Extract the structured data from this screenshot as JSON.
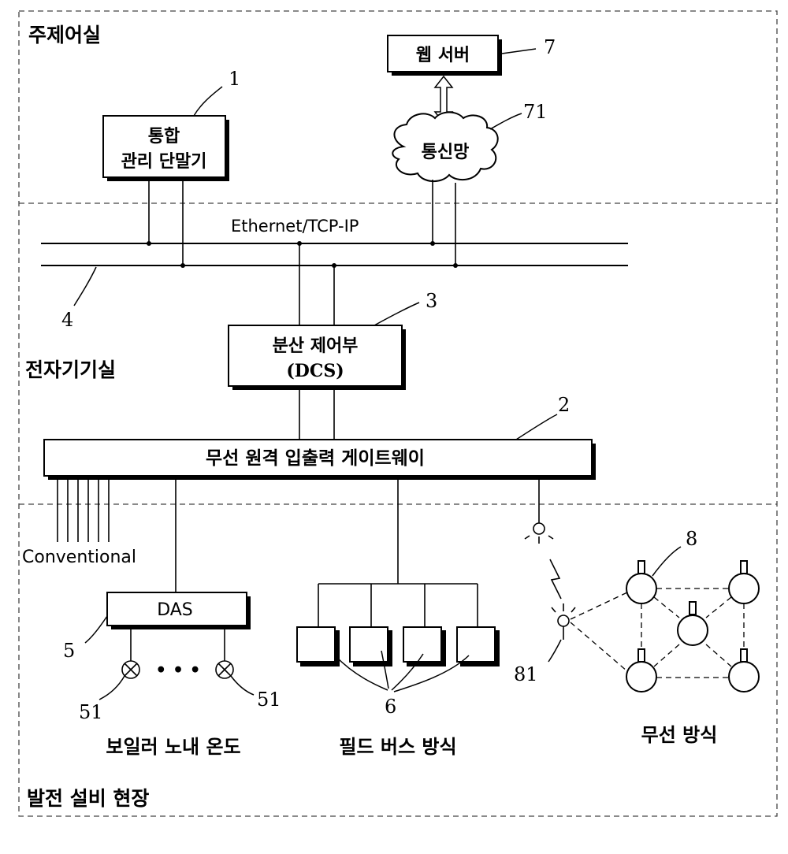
{
  "zones": {
    "control_room": "주제어실",
    "electronics_room": "전자기기실",
    "plant_site": "발전 설비 현장"
  },
  "boxes": {
    "terminal_line1": "통합",
    "terminal_line2": "관리 단말기",
    "web_server": "웹 서버",
    "network": "통신망",
    "dcs_line1": "분산 제어부",
    "dcs_line2": "(DCS)",
    "gateway": "무선 원격 입출력 게이트웨이",
    "das": "DAS"
  },
  "labels": {
    "ethernet": "Ethernet/TCP-IP",
    "conventional": "Conventional",
    "boiler_temp": "보일러 노내 온도",
    "fieldbus": "필드 버스 방식",
    "wireless": "무선 방식",
    "dots": "• • •"
  },
  "refs": {
    "r1": "1",
    "r7": "7",
    "r71": "71",
    "r4": "4",
    "r3": "3",
    "r2": "2",
    "r8": "8",
    "r5": "5",
    "r51a": "51",
    "r51b": "51",
    "r81": "81",
    "r6": "6"
  }
}
